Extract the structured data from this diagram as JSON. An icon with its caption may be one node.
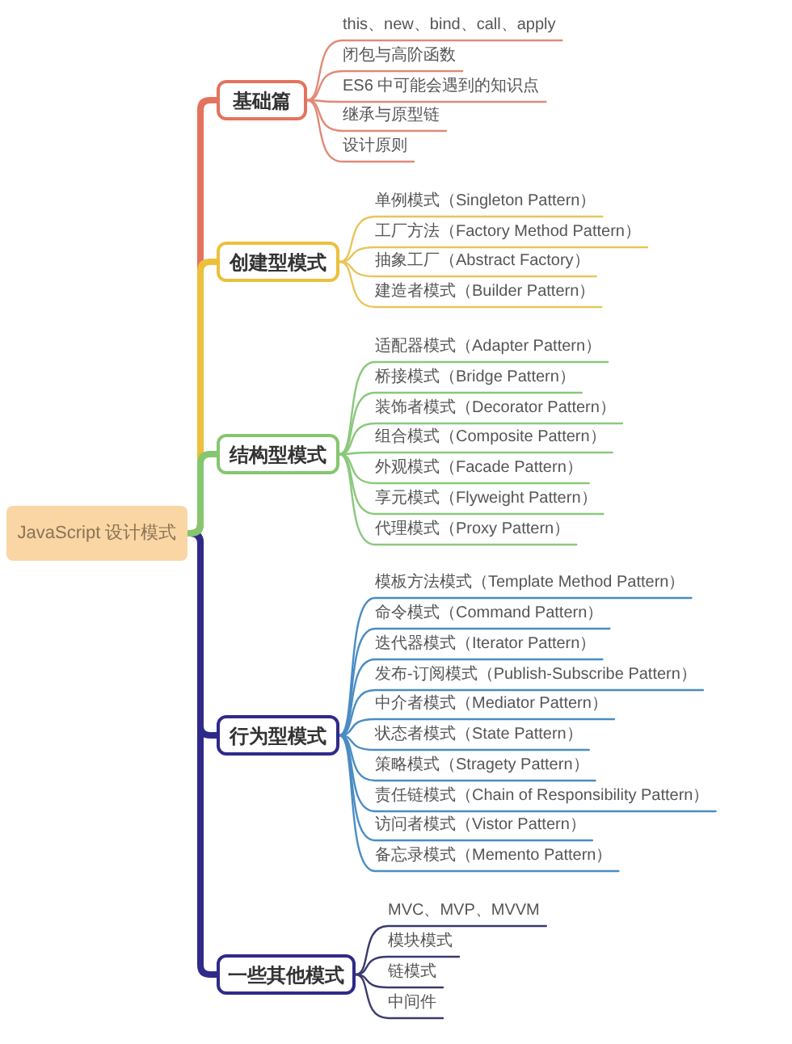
{
  "diagram": {
    "nodes": [
      {
        "text": [
          "JavaScript 设计模式"
        ]
      },
      {
        "text": [
          "基础篇"
        ]
      },
      {
        "text": [
          "this、new、bind、call、apply"
        ]
      },
      {
        "text": [
          "闭包与高阶函数"
        ]
      },
      {
        "text": [
          "ES6 中可能会遇到的知识点"
        ]
      },
      {
        "text": [
          "继承与原型链"
        ]
      },
      {
        "text": [
          "设计原则"
        ]
      },
      {
        "text": [
          "创建型模式"
        ]
      },
      {
        "text": [
          "单例模式（Singleton Pattern）"
        ]
      },
      {
        "text": [
          "工厂方法（Factory Method Pattern）"
        ]
      },
      {
        "text": [
          "抽象工厂（Abstract Factory）"
        ]
      },
      {
        "text": [
          "建造者模式（Builder Pattern）"
        ]
      },
      {
        "text": [
          "结构型模式"
        ]
      },
      {
        "text": [
          "适配器模式（Adapter Pattern）"
        ]
      },
      {
        "text": [
          "桥接模式（Bridge Pattern）"
        ]
      },
      {
        "text": [
          "装饰者模式（Decorator Pattern）"
        ]
      },
      {
        "text": [
          "组合模式（Composite Pattern）"
        ]
      },
      {
        "text": [
          "外观模式（Facade Pattern）"
        ]
      },
      {
        "text": [
          "享元模式（Flyweight Pattern）"
        ]
      },
      {
        "text": [
          "代理模式（Proxy Pattern）"
        ]
      },
      {
        "text": [
          "行为型模式"
        ]
      },
      {
        "text": [
          "模板方法模式（Template Method Pattern）"
        ]
      },
      {
        "text": [
          "命令模式（Command Pattern）"
        ]
      },
      {
        "text": [
          "迭代器模式（Iterator Pattern）"
        ]
      },
      {
        "text": [
          "发布-订阅模式（Publish-Subscribe Pattern）"
        ]
      },
      {
        "text": [
          "中介者模式（Mediator Pattern）"
        ]
      },
      {
        "text": [
          "状态者模式（State Pattern）"
        ]
      },
      {
        "text": [
          "策略模式（Stragety Pattern）"
        ]
      },
      {
        "text": [
          "责任链模式（Chain of Responsibility Pattern）"
        ]
      },
      {
        "text": [
          "访问者模式（Vistor Pattern）"
        ]
      },
      {
        "text": [
          "备忘录模式（Memento Pattern）"
        ]
      },
      {
        "text": [
          "一些其他模式"
        ]
      },
      {
        "text": [
          "MVC、MVP、MVVM"
        ]
      },
      {
        "text": [
          "模块模式"
        ]
      },
      {
        "text": [
          "链模式"
        ]
      },
      {
        "text": [
          "中间件"
        ]
      }
    ],
    "edges": [
      {
        "from": 0,
        "to": 1,
        "arrow": "none",
        "style": "thick",
        "color": "#e3735e"
      },
      {
        "from": 0,
        "to": 7,
        "arrow": "none",
        "style": "thick",
        "color": "#ecc03c"
      },
      {
        "from": 0,
        "to": 12,
        "arrow": "none",
        "style": "thick",
        "color": "#86c66e"
      },
      {
        "from": 0,
        "to": 20,
        "arrow": "none",
        "style": "thick",
        "color": "#2f2a8a"
      },
      {
        "from": 0,
        "to": 31,
        "arrow": "none",
        "style": "thick",
        "color": "#2f2a8a"
      },
      {
        "from": 1,
        "to": 2,
        "arrow": "none",
        "color": "#e08a78"
      },
      {
        "from": 1,
        "to": 3,
        "arrow": "none",
        "color": "#e08a78"
      },
      {
        "from": 1,
        "to": 4,
        "arrow": "none",
        "color": "#e08a78"
      },
      {
        "from": 1,
        "to": 5,
        "arrow": "none",
        "color": "#e08a78"
      },
      {
        "from": 1,
        "to": 6,
        "arrow": "none",
        "color": "#e08a78"
      },
      {
        "from": 7,
        "to": 8,
        "arrow": "none",
        "color": "#e8c55a"
      },
      {
        "from": 7,
        "to": 9,
        "arrow": "none",
        "color": "#e8c55a"
      },
      {
        "from": 7,
        "to": 10,
        "arrow": "none",
        "color": "#e8c55a"
      },
      {
        "from": 7,
        "to": 11,
        "arrow": "none",
        "color": "#e8c55a"
      },
      {
        "from": 12,
        "to": 13,
        "arrow": "none",
        "color": "#8ac87c"
      },
      {
        "from": 12,
        "to": 14,
        "arrow": "none",
        "color": "#8ac87c"
      },
      {
        "from": 12,
        "to": 15,
        "arrow": "none",
        "color": "#8ac87c"
      },
      {
        "from": 12,
        "to": 16,
        "arrow": "none",
        "color": "#8ac87c"
      },
      {
        "from": 12,
        "to": 17,
        "arrow": "none",
        "color": "#8ac87c"
      },
      {
        "from": 12,
        "to": 18,
        "arrow": "none",
        "color": "#8ac87c"
      },
      {
        "from": 12,
        "to": 19,
        "arrow": "none",
        "color": "#8ac87c"
      },
      {
        "from": 20,
        "to": 21,
        "arrow": "none",
        "color": "#4a8cc4"
      },
      {
        "from": 20,
        "to": 22,
        "arrow": "none",
        "color": "#4a8cc4"
      },
      {
        "from": 20,
        "to": 23,
        "arrow": "none",
        "color": "#4a8cc4"
      },
      {
        "from": 20,
        "to": 24,
        "arrow": "none",
        "color": "#4a8cc4"
      },
      {
        "from": 20,
        "to": 25,
        "arrow": "none",
        "color": "#4a8cc4"
      },
      {
        "from": 20,
        "to": 26,
        "arrow": "none",
        "color": "#4a8cc4"
      },
      {
        "from": 20,
        "to": 27,
        "arrow": "none",
        "color": "#4a8cc4"
      },
      {
        "from": 20,
        "to": 28,
        "arrow": "none",
        "color": "#4a8cc4"
      },
      {
        "from": 20,
        "to": 29,
        "arrow": "none",
        "color": "#4a8cc4"
      },
      {
        "from": 20,
        "to": 30,
        "arrow": "none",
        "color": "#4a8cc4"
      },
      {
        "from": 31,
        "to": 32,
        "arrow": "none",
        "color": "#3a3a6e"
      },
      {
        "from": 31,
        "to": 33,
        "arrow": "none",
        "color": "#3a3a6e"
      },
      {
        "from": 31,
        "to": 34,
        "arrow": "none",
        "color": "#3a3a6e"
      },
      {
        "from": 31,
        "to": 35,
        "arrow": "none",
        "color": "#3a3a6e"
      }
    ]
  }
}
